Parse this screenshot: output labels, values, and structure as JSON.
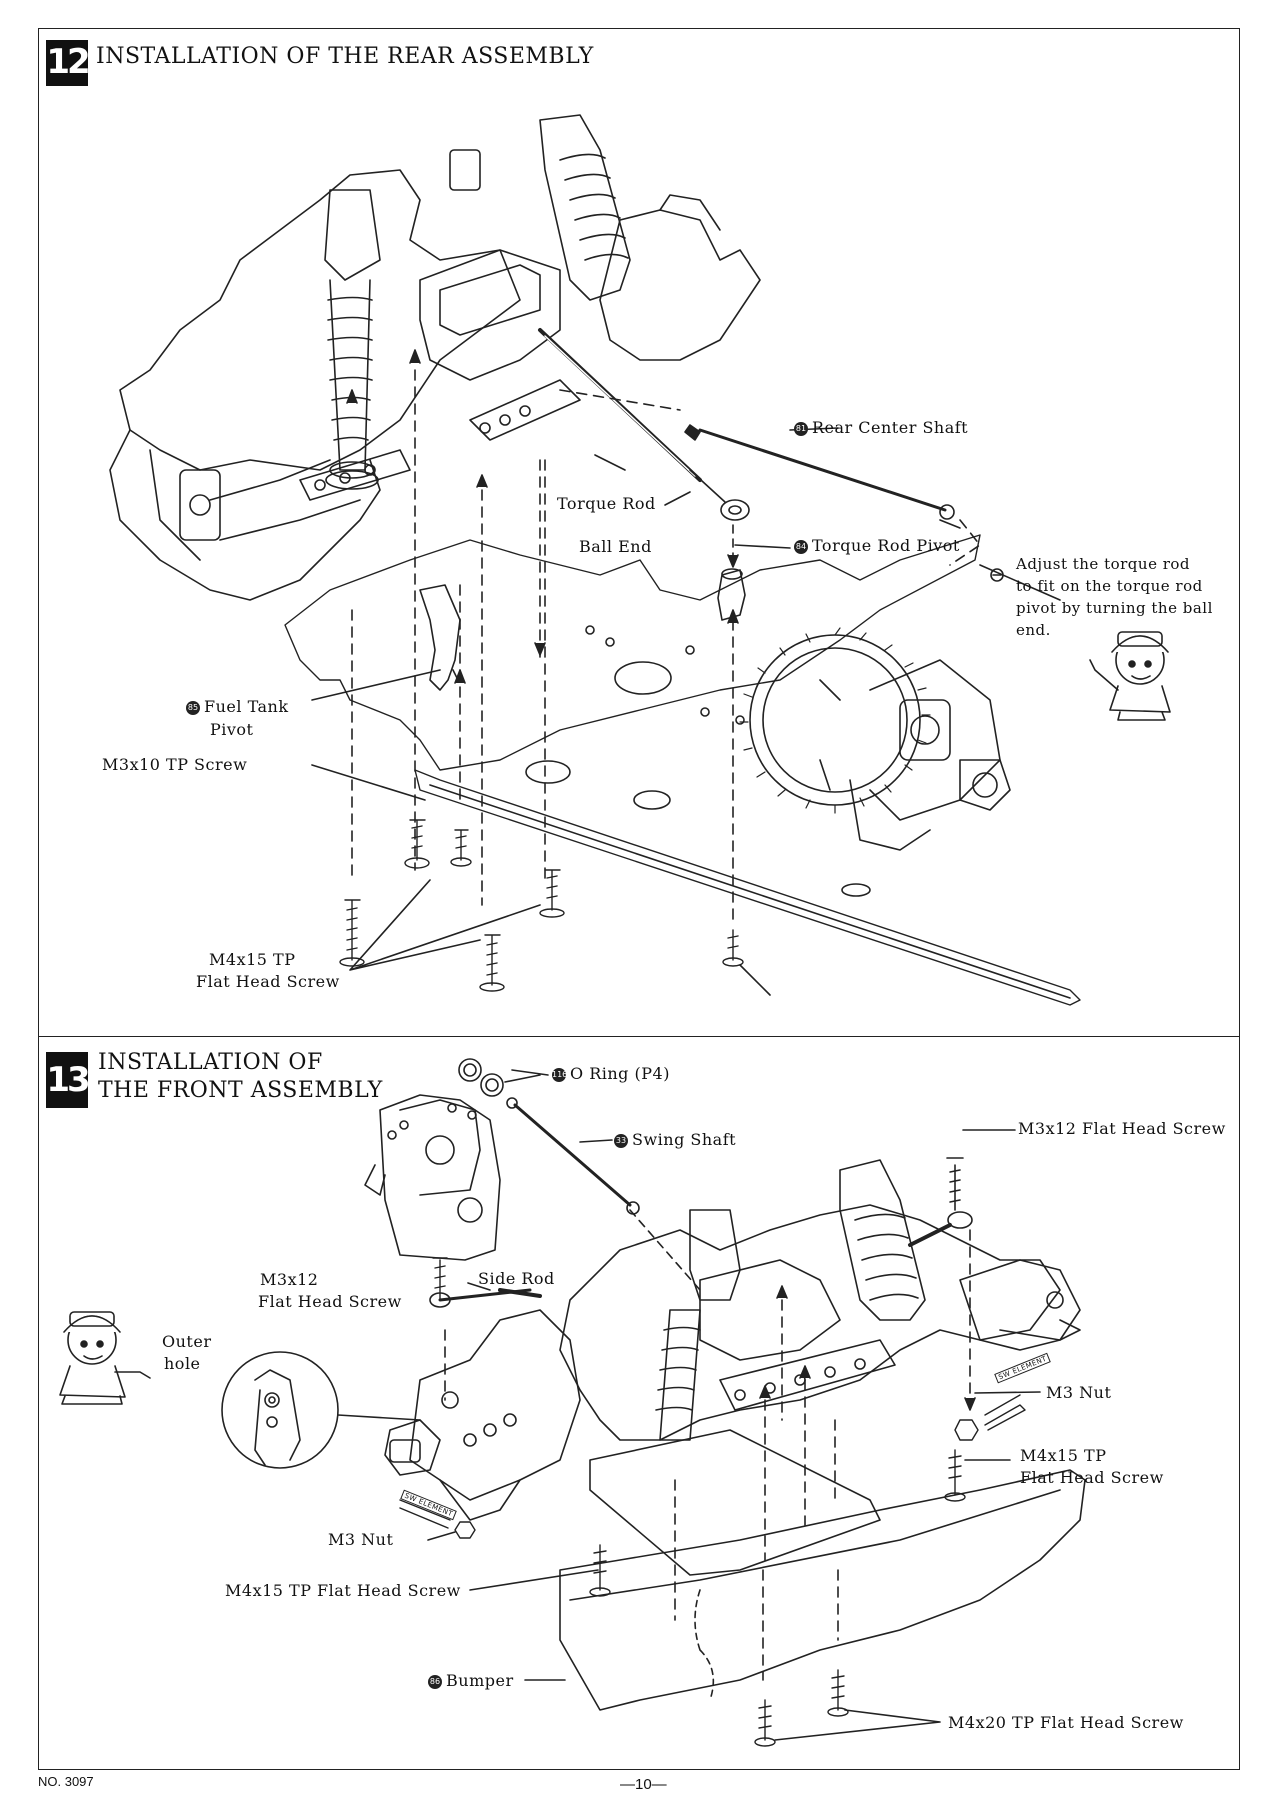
{
  "page": {
    "doc_number": "NO. 3097",
    "page_number": "—10—"
  },
  "step12": {
    "number": "12",
    "title": "INSTALLATION  OF  THE  REAR  ASSEMBLY",
    "labels": {
      "rear_center_shaft": "Rear  Center  Shaft",
      "rear_center_shaft_no": "81",
      "torque_rod": "Torque  Rod",
      "ball_end": "Ball  End",
      "torque_rod_pivot": "Torque  Rod  Pivot",
      "torque_rod_pivot_no": "84",
      "fuel_tank_pivot_1": "Fuel  Tank",
      "fuel_tank_pivot_2": "Pivot",
      "fuel_tank_pivot_no": "85",
      "m3x10": "M3x10  TP  Screw",
      "m4x15_1": "M4x15  TP",
      "m4x15_2": "Flat Head  Screw"
    },
    "note": [
      "Adjust  the  torque rod",
      "to fit on the torque rod",
      "pivot  by  turning  the  ball",
      "end."
    ]
  },
  "step13": {
    "number": "13",
    "title_line1": "INSTALLATION  OF",
    "title_line2": "THE  FRONT  ASSEMBLY",
    "labels": {
      "o_ring": "O  Ring  (P4)",
      "o_ring_no": "116",
      "swing_shaft": "Swing  Shaft",
      "swing_shaft_no": "33",
      "m3x12_right": "M3x12  Flat Head  Screw",
      "m3x12_left_1": "M3x12",
      "m3x12_left_2": "Flat  Head  Screw",
      "side_rod": "Side  Rod",
      "outer_hole_1": "Outer",
      "outer_hole_2": "hole",
      "m3_nut_right": "M3  Nut",
      "m3_nut_left": "M3  Nut",
      "m4x15_right_1": "M4x15  TP",
      "m4x15_right_2": "Flat  Head  Screw",
      "m4x15_left": "M4x15  TP  Flat  Head  Screw",
      "bumper": "Bumper",
      "bumper_no": "86",
      "m4x20": "M4x20  TP  Flat Head  Screw",
      "nut_tag": "SW ELEMENT"
    }
  }
}
